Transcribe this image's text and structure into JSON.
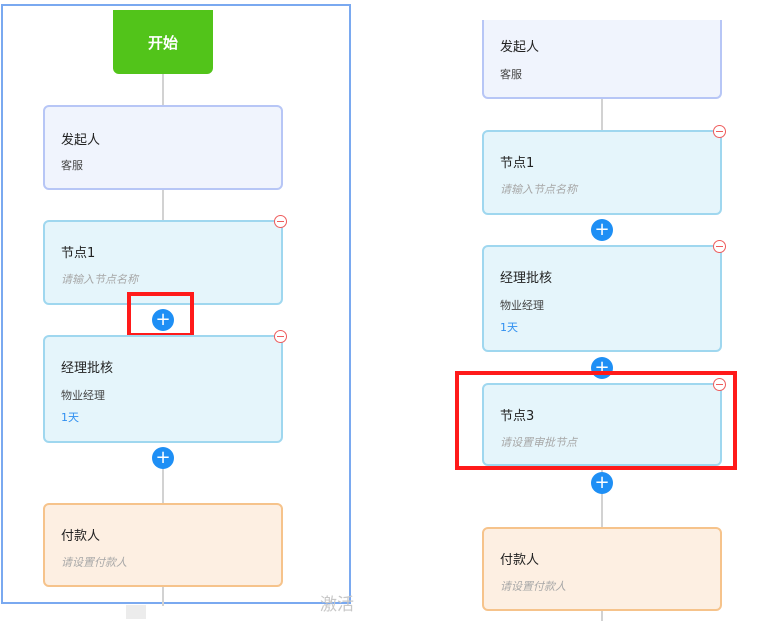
{
  "left": {
    "start_label": "开始",
    "initiator": {
      "title": "发起人",
      "sub": "客服"
    },
    "node1": {
      "title": "节点1",
      "placeholder": "请输入节点名称"
    },
    "manager": {
      "title": "经理批核",
      "sub": "物业经理",
      "duration": "1天"
    },
    "payer": {
      "title": "付款人",
      "placeholder": "请设置付款人"
    },
    "watermark": "激活"
  },
  "right": {
    "initiator": {
      "title": "发起人",
      "sub": "客服"
    },
    "node1": {
      "title": "节点1",
      "placeholder": "请输入节点名称"
    },
    "manager": {
      "title": "经理批核",
      "sub": "物业经理",
      "duration": "1天"
    },
    "node3": {
      "title": "节点3",
      "placeholder": "请设置审批节点"
    },
    "payer": {
      "title": "付款人",
      "placeholder": "请设置付款人"
    }
  },
  "icons": {
    "add": "plus-icon",
    "delete": "minus-circle-icon"
  },
  "colors": {
    "start": "#52c41a",
    "add": "#1e8ff5",
    "delete": "#ee5c5c",
    "highlight": "#ff1a1a"
  }
}
